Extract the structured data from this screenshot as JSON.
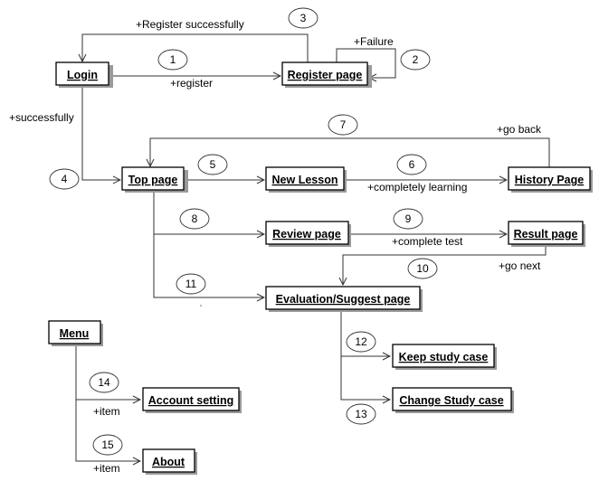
{
  "nodes": {
    "login": "Login",
    "register": "Register page",
    "top": "Top page",
    "new_lesson": "New Lesson",
    "history": "History Page",
    "review": "Review page",
    "result": "Result page",
    "evaluation": "Evaluation/Suggest page",
    "menu": "Menu",
    "keep": "Keep study case",
    "change": "Change  Study case",
    "account": "Account setting",
    "about": "About"
  },
  "labels": {
    "register_success": "+Register successfully",
    "failure": "+Failure",
    "register": "+register",
    "successfully": "+successfully",
    "go_back": "+go back",
    "completely_learning": "+completely learning",
    "complete_test": "+complete test",
    "go_next": "+go next",
    "item_account": "+item",
    "item_about": "+item"
  },
  "numbers": [
    "1",
    "2",
    "3",
    "4",
    "5",
    "6",
    "7",
    "8",
    "9",
    "10",
    "11",
    "12",
    "13",
    "14",
    "15"
  ]
}
